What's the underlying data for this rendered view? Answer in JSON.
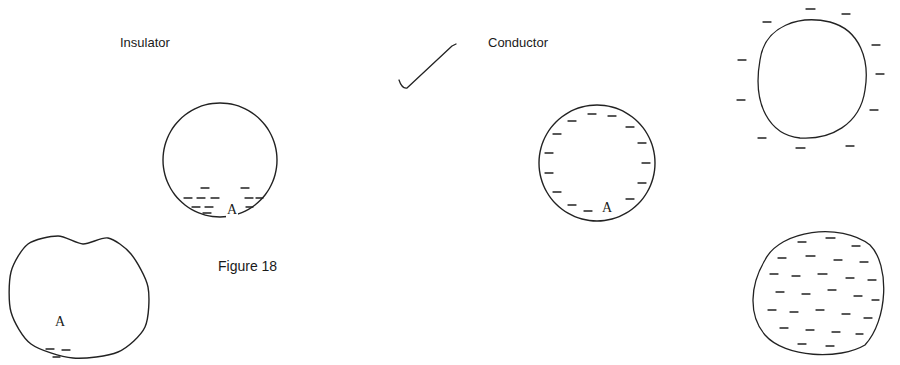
{
  "diagram": {
    "caption": "Figure 18",
    "nodes": [
      {
        "text": [
          "Insulator",
          "A"
        ]
      },
      {
        "text": [
          "Conductor",
          "A"
        ]
      },
      {
        "text": [
          "A"
        ]
      }
    ]
  }
}
